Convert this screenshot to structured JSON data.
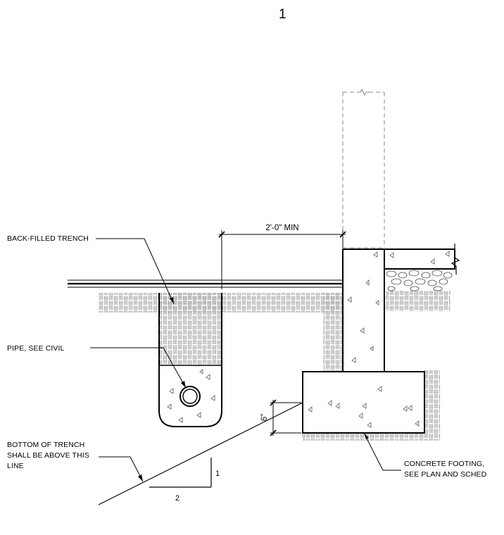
{
  "detail": {
    "number": "1"
  },
  "labels": {
    "back_filled_trench": "BACK-FILLED TRENCH",
    "pipe": "PIPE, SEE CIVIL",
    "bottom_of_trench": [
      "BOTTOM OF TRENCH",
      "SHALL BE ABOVE THIS",
      "LINE"
    ],
    "concrete_footing": [
      "CONCRETE FOOTING,",
      "SEE PLAN AND SCHED"
    ]
  },
  "dimensions": {
    "min_distance": "2'-0\" MIN",
    "footing_offset": "6\"",
    "slope_rise": "1",
    "slope_run": "2"
  },
  "colors": {
    "line": "#000000",
    "hatch": "#6e6e6e",
    "dashed": "#8a8a8a"
  }
}
